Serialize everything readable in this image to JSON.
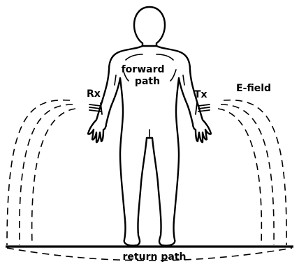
{
  "labels": {
    "forward_path": [
      "forward",
      "path"
    ],
    "rx": "Rx",
    "tx": "Tx",
    "e_field": "E-field",
    "return_path": "return path"
  },
  "colors": {
    "stroke": "#000000",
    "background": "#ffffff"
  }
}
